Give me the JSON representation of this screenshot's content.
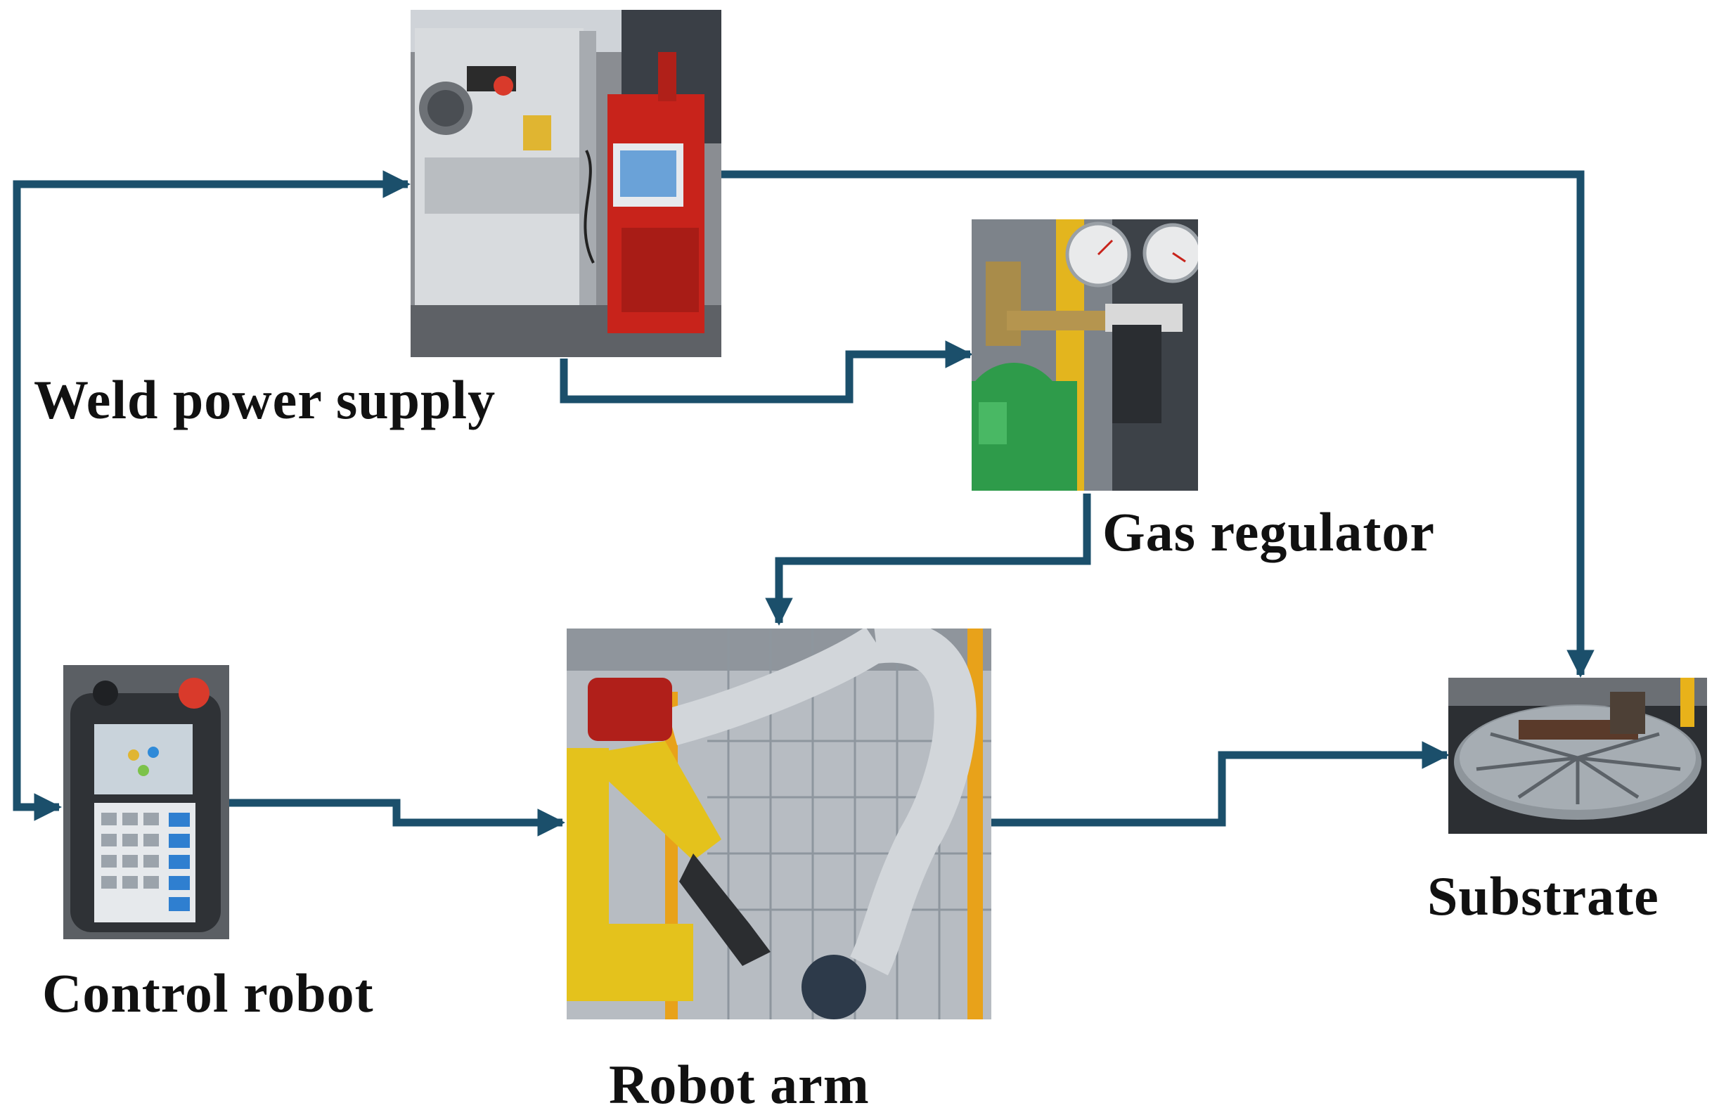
{
  "nodes": {
    "weld_power_supply": {
      "label": "Weld power supply",
      "image": "welding-power-source-photo"
    },
    "gas_regulator": {
      "label": "Gas regulator",
      "image": "gas-cylinder-regulator-photo"
    },
    "control_robot": {
      "label": "Control robot",
      "image": "robot-teach-pendant-photo"
    },
    "robot_arm": {
      "label": "Robot arm",
      "image": "welding-robot-arm-photo"
    },
    "substrate": {
      "label": "Substrate",
      "image": "rotary-table-substrate-photo"
    }
  },
  "edges": [
    {
      "from": "control_robot",
      "to": "weld_power_supply"
    },
    {
      "from": "weld_power_supply",
      "to": "control_robot"
    },
    {
      "from": "weld_power_supply",
      "to": "gas_regulator"
    },
    {
      "from": "weld_power_supply",
      "to": "substrate"
    },
    {
      "from": "gas_regulator",
      "to": "robot_arm"
    },
    {
      "from": "control_robot",
      "to": "robot_arm"
    },
    {
      "from": "robot_arm",
      "to": "substrate"
    }
  ],
  "colors": {
    "arrow": "#1b4f6b",
    "text": "#111111",
    "background": "#ffffff"
  }
}
